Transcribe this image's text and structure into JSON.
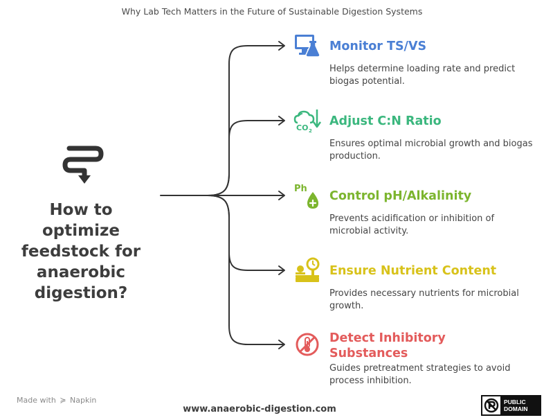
{
  "header": {
    "title": "Why Lab Tech Matters in the Future of Sustainable Digestion Systems"
  },
  "center": {
    "question": "How to optimize feedstock for anaerobic digestion?",
    "icon": "winding-arrow-icon"
  },
  "items": [
    {
      "title": "Monitor TS/VS",
      "description": "Helps determine loading rate and predict biogas potential.",
      "color": "#4a7fd4",
      "icon": "monitor-flask-icon"
    },
    {
      "title": "Adjust C:N Ratio",
      "description": "Ensures optimal microbial growth and biogas production.",
      "color": "#3bb77e",
      "icon": "co2-cloud-icon",
      "icon_text": "CO2"
    },
    {
      "title": "Control pH/Alkalinity",
      "description": "Prevents acidification or inhibition of microbial activity.",
      "color": "#7cb52e",
      "icon": "ph-drop-icon",
      "icon_text": "Ph"
    },
    {
      "title": "Ensure Nutrient Content",
      "description": "Provides necessary nutrients for microbial growth.",
      "color": "#d8c21a",
      "icon": "nutrient-scale-icon"
    },
    {
      "title": "Detect Inhibitory Substances",
      "description": "Guides pretreatment strategies to avoid process inhibition.",
      "color": "#e35b5b",
      "icon": "no-thermometer-icon"
    }
  ],
  "footer": {
    "made_with": "Made with",
    "brand": "Napkin",
    "website": "www.anaerobic-digestion.com",
    "badge_line1": "PUBLIC",
    "badge_line2": "DOMAIN"
  }
}
